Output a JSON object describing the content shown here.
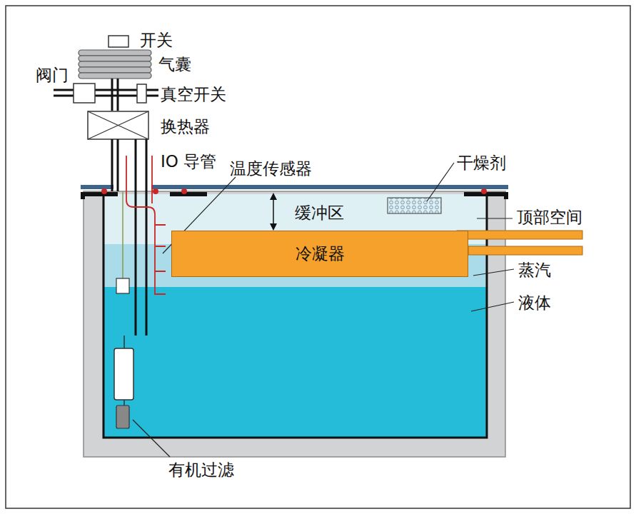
{
  "diagram": {
    "nodes": [
      {
        "text": [
          "冷凝器"
        ]
      }
    ],
    "labels": [
      "开关",
      "气囊",
      "阀门",
      "真空开关",
      "换热器",
      "IO 导管",
      "温度传感器",
      "干燥剂",
      "缓冲区",
      "顶部空间",
      "蒸汽",
      "液体",
      "有机过滤"
    ]
  }
}
